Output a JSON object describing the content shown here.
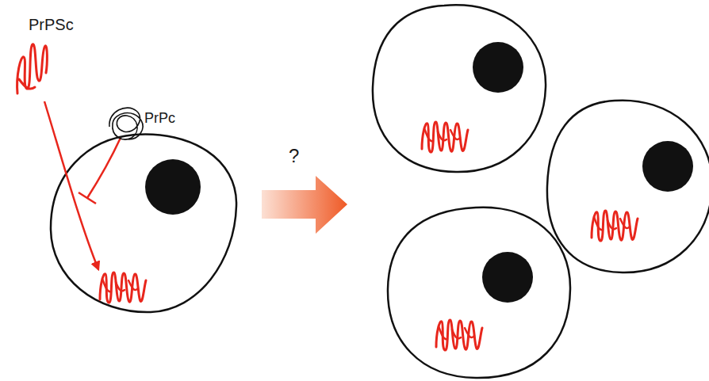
{
  "diagram": {
    "labels": [
      "PrPSc",
      "PrPc",
      "?"
    ]
  }
}
